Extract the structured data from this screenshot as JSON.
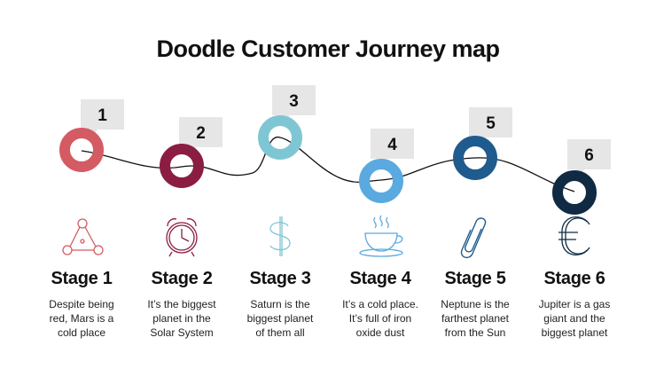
{
  "title": "Doodle Customer Journey map",
  "colors": {
    "stage1": "#d45b63",
    "stage2": "#8b1d43",
    "stage3": "#7fc6d4",
    "stage4": "#5aa9e0",
    "stage5": "#1f5b8e",
    "stage6": "#0f2a42",
    "callout": "#e6e6e6",
    "line": "#111111"
  },
  "stages": [
    {
      "number": "1",
      "title": "Stage 1",
      "desc": [
        "Despite being",
        "red, Mars is a",
        "cold place"
      ],
      "icon": "molecule-icon"
    },
    {
      "number": "2",
      "title": "Stage 2",
      "desc": [
        "It’s the biggest",
        "planet in the",
        "Solar System"
      ],
      "icon": "alarm-clock-icon"
    },
    {
      "number": "3",
      "title": "Stage 3",
      "desc": [
        "Saturn is the",
        "biggest planet",
        "of them all"
      ],
      "icon": "dollar-icon"
    },
    {
      "number": "4",
      "title": "Stage 4",
      "desc": [
        "It’s a cold place.",
        "It’s full of iron",
        "oxide dust"
      ],
      "icon": "coffee-cup-icon"
    },
    {
      "number": "5",
      "title": "Stage 5",
      "desc": [
        "Neptune is the",
        "farthest planet",
        "from the Sun"
      ],
      "icon": "paperclip-icon"
    },
    {
      "number": "6",
      "title": "Stage 6",
      "desc": [
        "Jupiter is a gas",
        "giant and the",
        "biggest planet"
      ],
      "icon": "euro-icon"
    }
  ]
}
